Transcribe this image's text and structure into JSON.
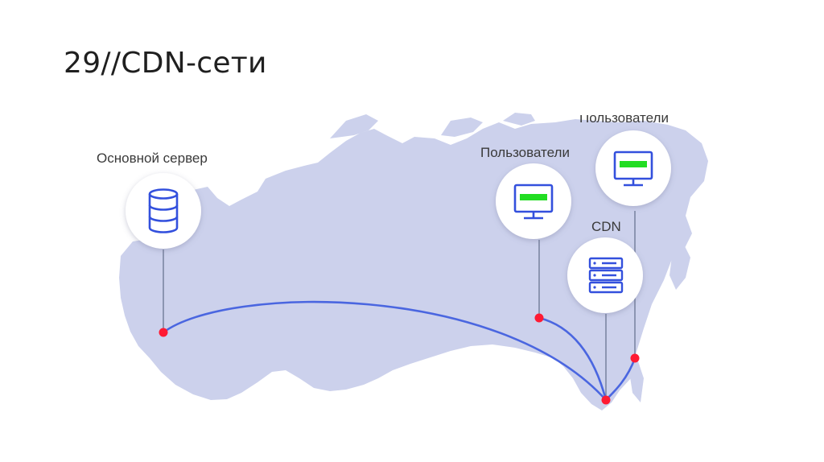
{
  "slide": {
    "title": "29//CDN-сети"
  },
  "diagram": {
    "nodes": {
      "main_server": {
        "label": "Основной сервер",
        "icon": "database-icon"
      },
      "users_1": {
        "label": "Пользователи",
        "icon": "monitor-icon"
      },
      "users_2": {
        "label": "Пользователи",
        "icon": "monitor-icon"
      },
      "cdn": {
        "label": "CDN",
        "icon": "server-rack-icon"
      }
    },
    "colors": {
      "map": "#ccd1ec",
      "connection": "#4a66e0",
      "marker": "#ff1a33",
      "icon_stroke": "#3350dd",
      "screen_fill": "#22dd22"
    }
  }
}
